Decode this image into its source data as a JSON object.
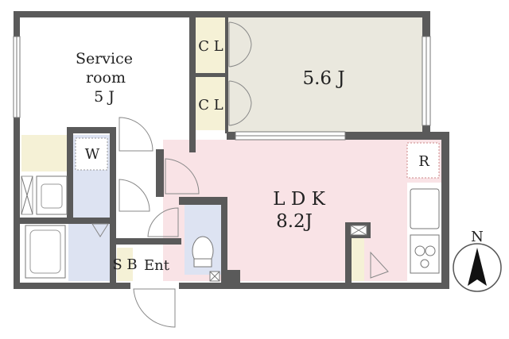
{
  "rooms": {
    "service_room": {
      "line1": "Service",
      "line2": "room",
      "line3": "5 J"
    },
    "bedroom": {
      "label": "5.6 J"
    },
    "ldk": {
      "line1": "L D K",
      "line2": "8.2J"
    },
    "closet_upper": {
      "label": "C L"
    },
    "closet_lower": {
      "label": "C L"
    },
    "washer": {
      "label": "W"
    },
    "refrigerator": {
      "label": "R"
    },
    "shoe_box": {
      "label": "S B"
    },
    "entrance": {
      "label": "Ent"
    }
  },
  "compass": {
    "label": "N"
  },
  "colors": {
    "ldk_fill": "#f9e3e6",
    "bedroom_fill": "#eae8de",
    "closet_fill": "#f5f1d6",
    "water_fill": "#dde3f2",
    "wall": "#5a5a5a"
  }
}
